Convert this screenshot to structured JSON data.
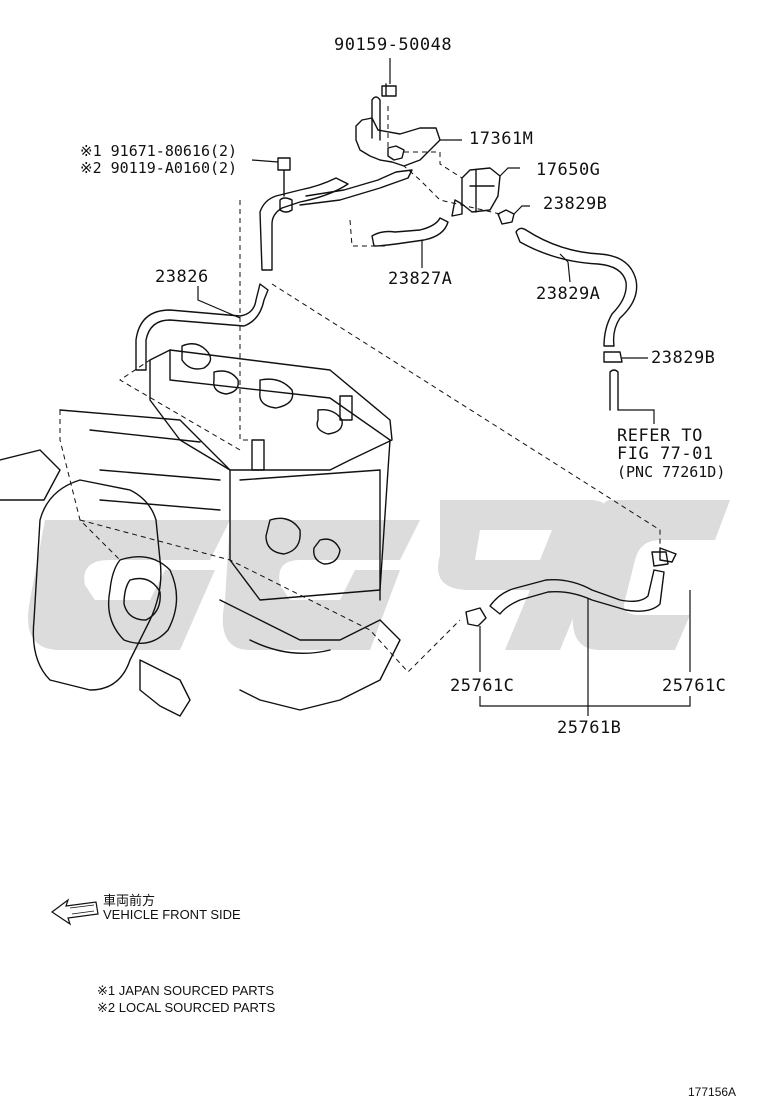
{
  "parts": {
    "p90159": "90159-50048",
    "p91671": "※1 91671-80616(2)",
    "p90119": "※2 90119-A0160(2)",
    "p17361m": "17361M",
    "p17650g": "17650G",
    "p23829b_top": "23829B",
    "p23827a": "23827A",
    "p23826": "23826",
    "p23829a": "23829A",
    "p23829b_mid": "23829B",
    "refer_line1": "REFER TO",
    "refer_line2": "FIG 77-01",
    "refer_line3": "(PNC 77261D)",
    "p25761c_left": "25761C",
    "p25761c_right": "25761C",
    "p25761b": "25761B"
  },
  "direction": {
    "japanese": "車両前方",
    "english": "VEHICLE FRONT SIDE",
    "arrow_icon": "arrow-left-icon"
  },
  "legend": {
    "item1": "※1 JAPAN SOURCED PARTS",
    "item2": "※2 LOCAL SOURCED PARTS"
  },
  "figure_number": "177156A",
  "colors": {
    "line": "#111111",
    "watermark": "#d4d4d4"
  }
}
